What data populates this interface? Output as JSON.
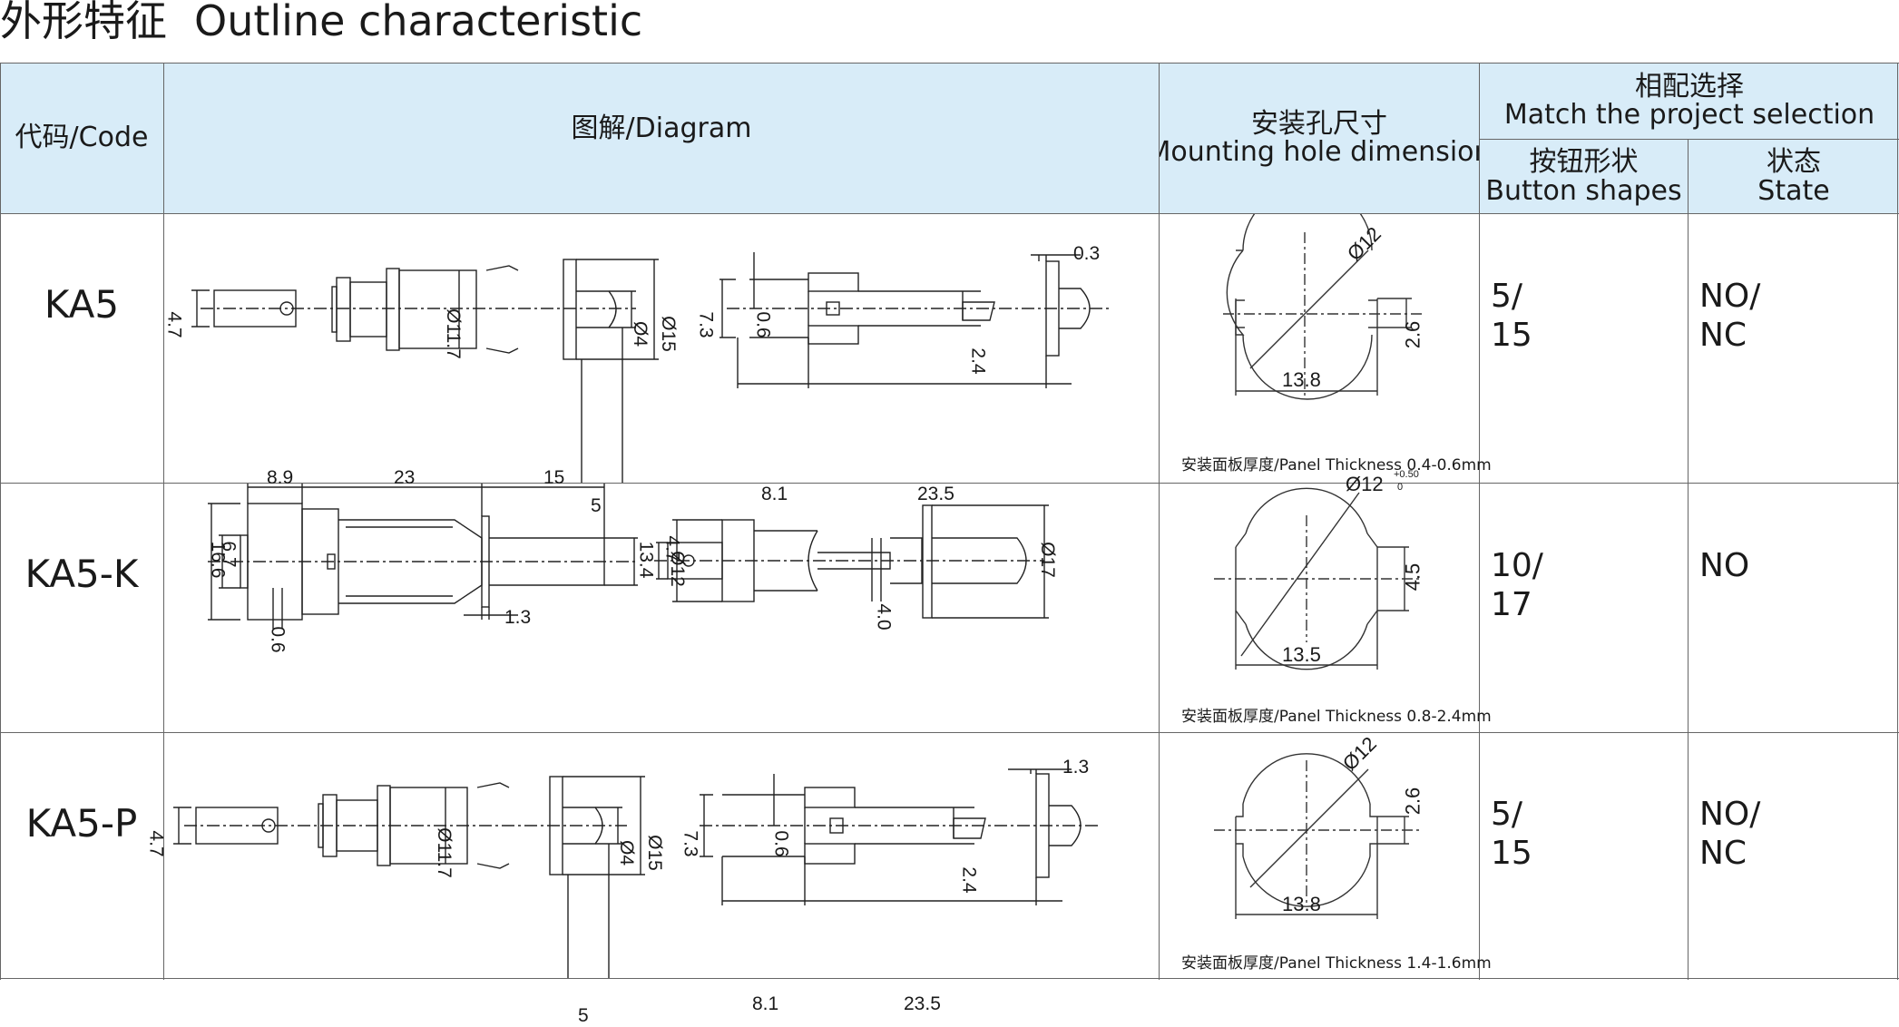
{
  "title": {
    "cn": "外形特征",
    "en": "Outline characteristic"
  },
  "header": {
    "code": "代码/Code",
    "diagram": "图解/Diagram",
    "mounting_cn": "安装孔尺寸",
    "mounting_en": "Mounting hole dimension",
    "match_cn": "相配选择",
    "match_en": "Match the project selection",
    "button_cn": "按钮形状",
    "button_en": "Button shapes",
    "state_cn": "状态",
    "state_en": "State"
  },
  "rows": [
    {
      "code": "KA5",
      "button": [
        "5/",
        "15"
      ],
      "state": [
        "NO/",
        "NC"
      ],
      "thickness": "安装面板厚度/Panel Thickness 0.4-0.6mm",
      "hole": {
        "diameter": "Ø12",
        "flat": "2.6",
        "width": "13.8"
      },
      "dims": {
        "d1": "4.7",
        "d2": "Ø11.7",
        "d3": "Ø4",
        "d4": "Ø15",
        "d5": "5",
        "s1": "7.3",
        "s2": "0.6",
        "s3": "2.4",
        "s4": "0.3",
        "s5": "8.1",
        "s6": "23.5"
      }
    },
    {
      "code": "KA5-K",
      "button": [
        "10/",
        "17"
      ],
      "state": [
        "NO",
        ""
      ],
      "thickness": "安装面板厚度/Panel Thickness 0.8-2.4mm",
      "hole": {
        "diameter": "Ø12",
        "tol_up": "+0.50",
        "tol_dn": "0",
        "flat": "4.5",
        "width": "13.5"
      },
      "dims": {
        "d1": "8.9",
        "d2": "23",
        "d3": "15",
        "d4": "16.6",
        "d5": "6.7",
        "d6": "13.4",
        "d7": "1.3",
        "d8": "0.6",
        "s1": "4.7",
        "s2": "Ø12",
        "s3": "4.0",
        "s4": "Ø17"
      }
    },
    {
      "code": "KA5-P",
      "button": [
        "5/",
        "15"
      ],
      "state": [
        "NO/",
        "NC"
      ],
      "thickness": "安装面板厚度/Panel Thickness 1.4-1.6mm",
      "hole": {
        "diameter": "Ø12",
        "flat": "2.6",
        "width": "13.8"
      },
      "dims": {
        "d1": "4.7",
        "d2": "Ø11.7",
        "d3": "Ø4",
        "d4": "Ø15",
        "d5": "5",
        "s1": "7.3",
        "s2": "0.6",
        "s3": "2.4",
        "s4": "1.3",
        "s5": "8.1",
        "s6": "23.5"
      }
    }
  ]
}
